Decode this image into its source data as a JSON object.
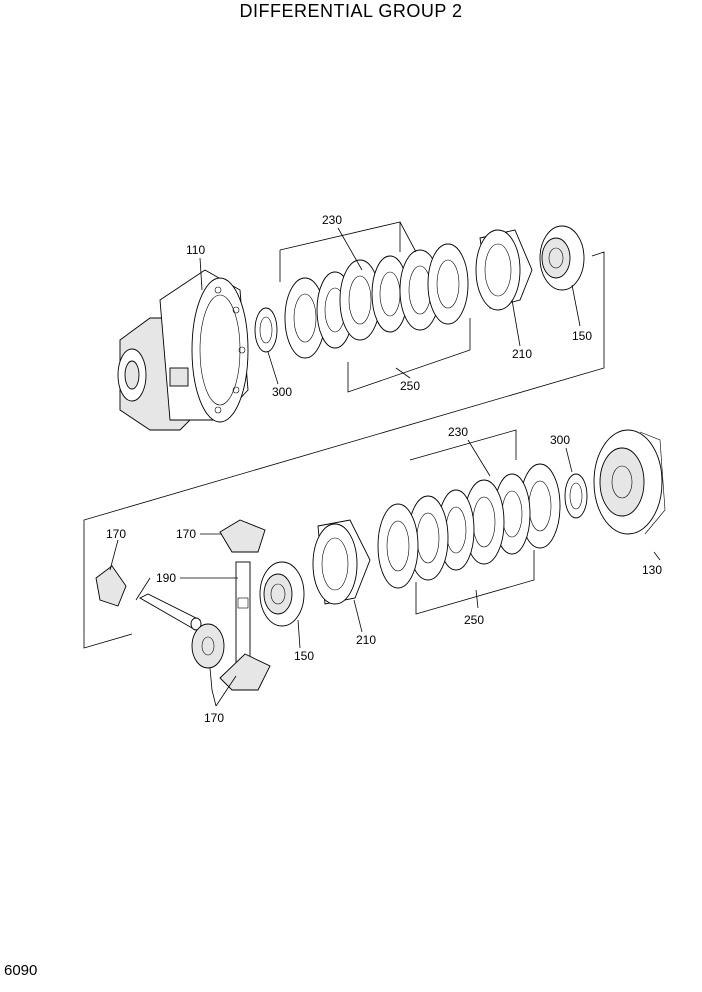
{
  "title": "DIFFERENTIAL GROUP 2",
  "page_number": "6090",
  "callouts": {
    "c110": "110",
    "c230a": "230",
    "c300a": "300",
    "c250a": "250",
    "c210a": "210",
    "c150a": "150",
    "c230b": "230",
    "c300b": "300",
    "c130": "130",
    "c170a": "170",
    "c170b": "170",
    "c190": "190",
    "c150b": "150",
    "c210b": "210",
    "c250b": "250",
    "c170c": "170"
  }
}
